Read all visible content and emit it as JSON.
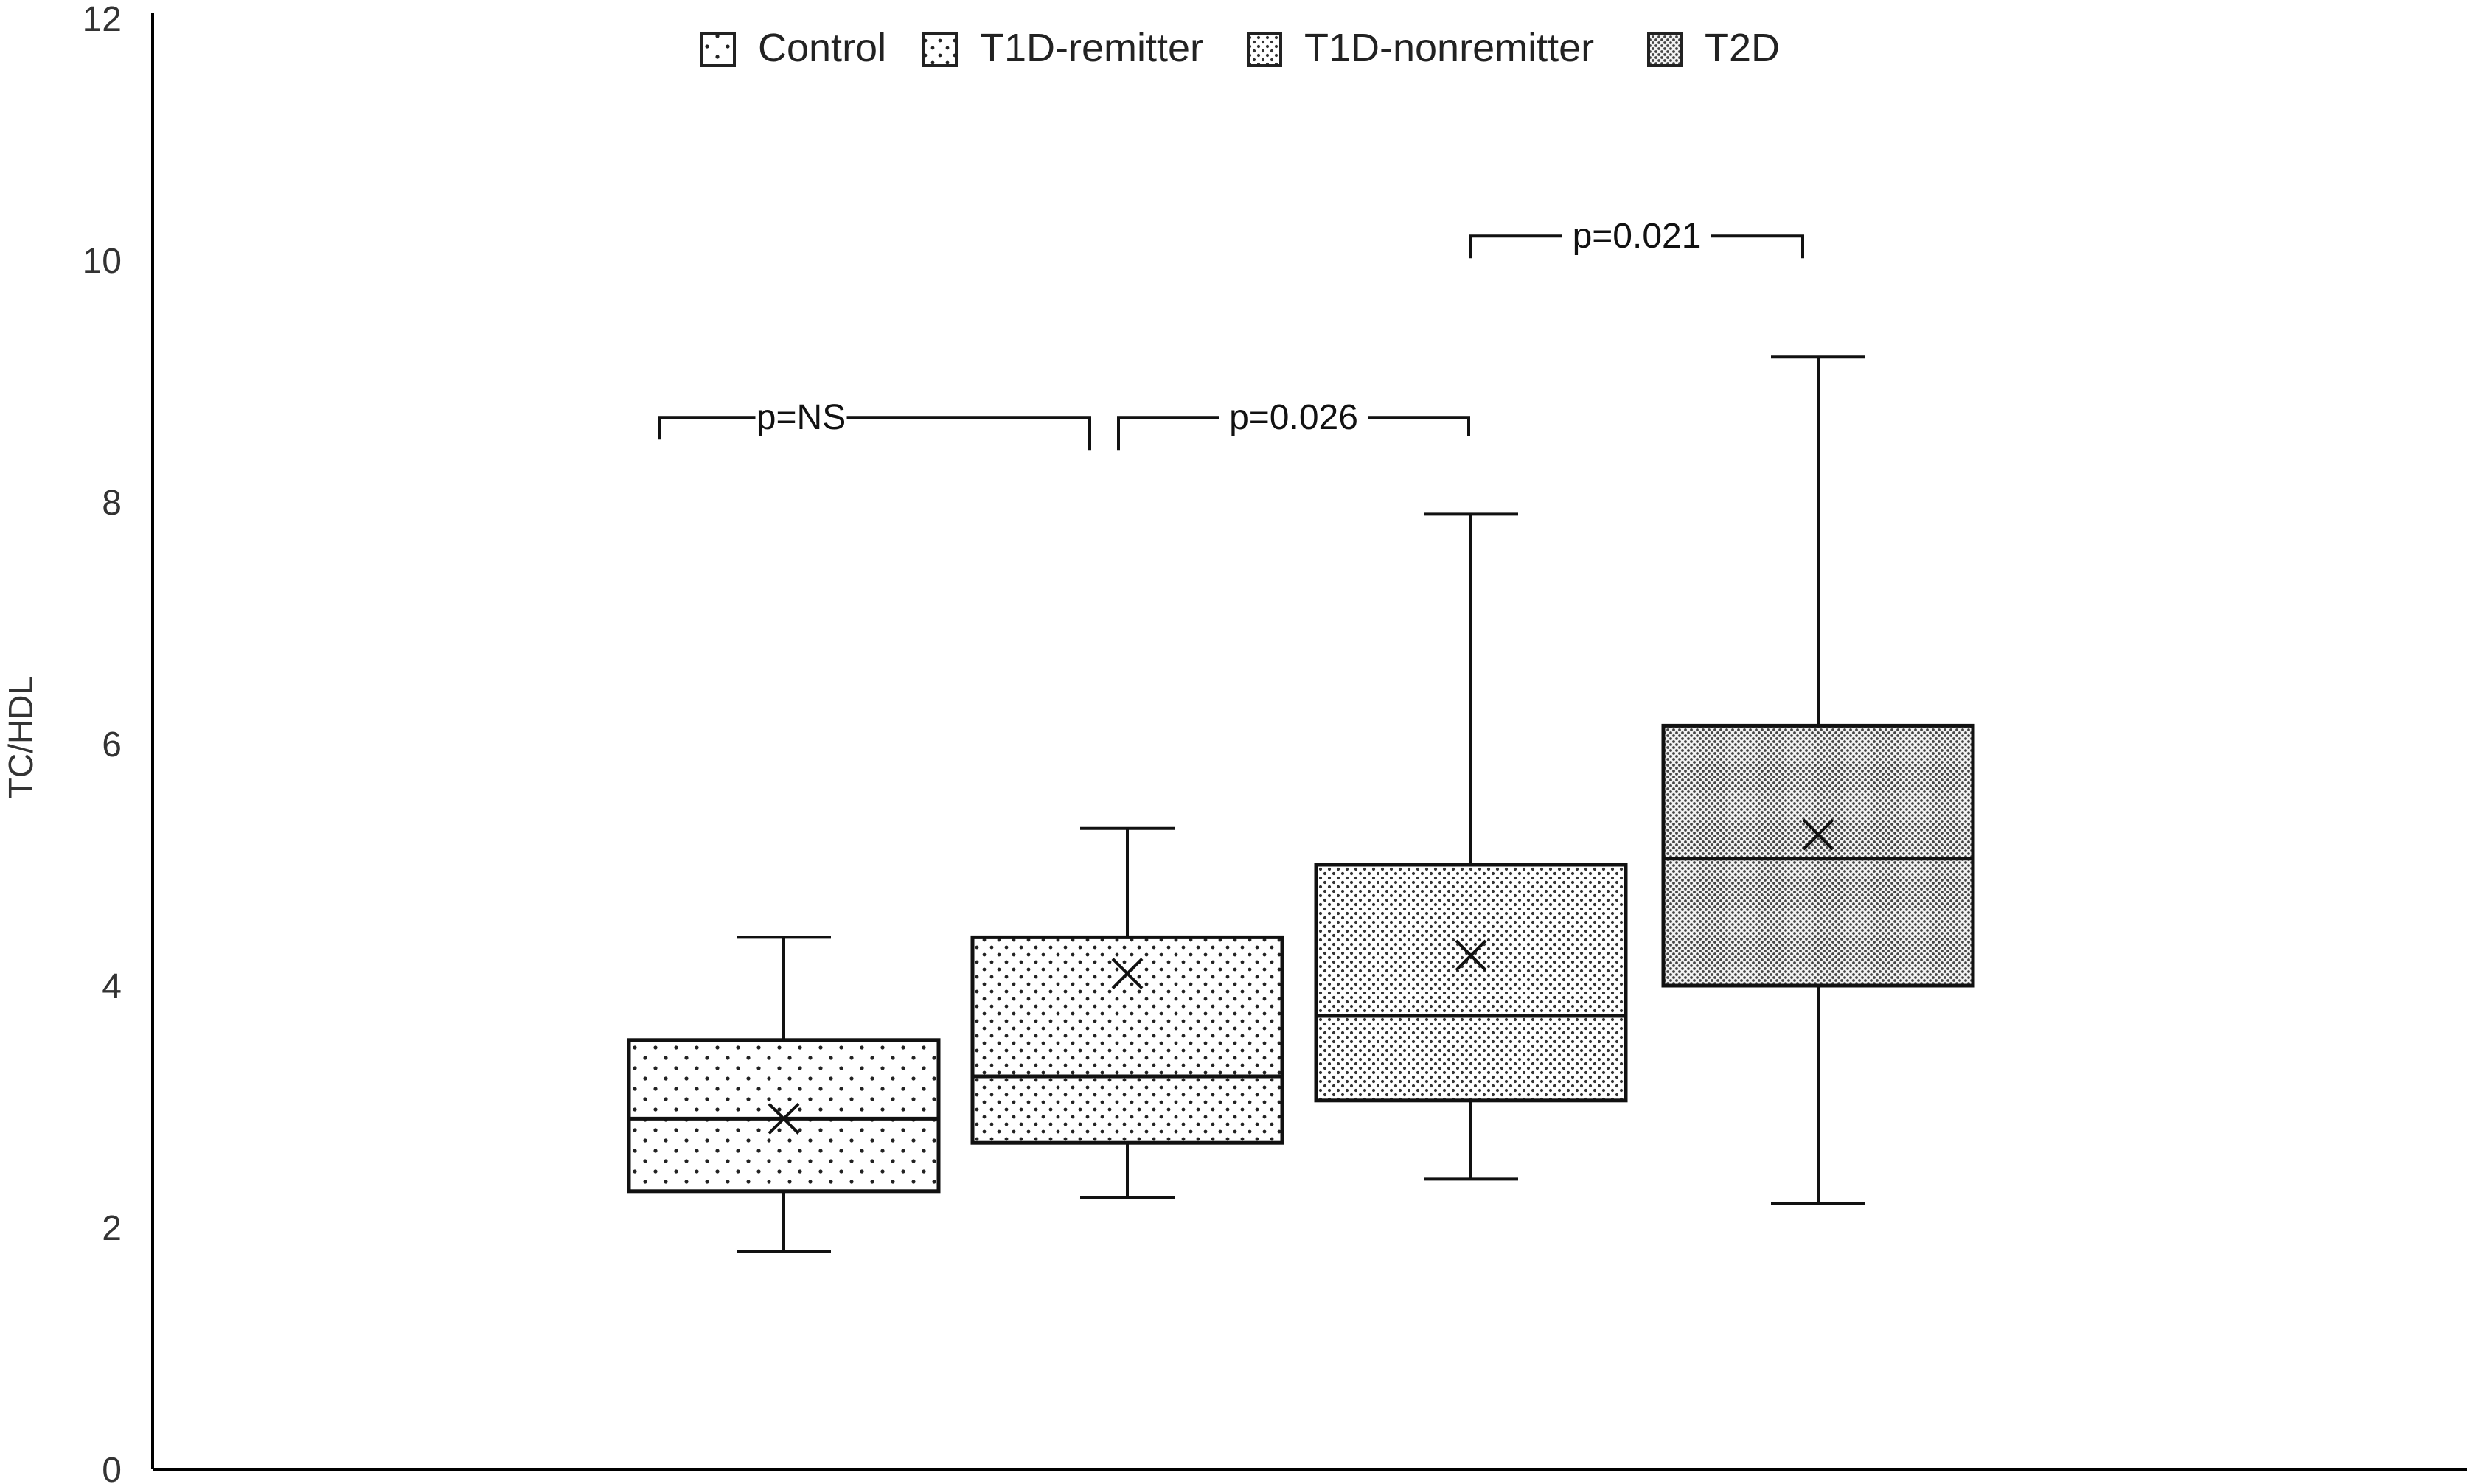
{
  "chart_data": {
    "type": "box",
    "ylabel": "TC/HDL",
    "xlabel": "",
    "ylim": [
      0,
      12
    ],
    "yticks": [
      0,
      2,
      4,
      6,
      8,
      10,
      12
    ],
    "legend_position": "top-center",
    "series": [
      {
        "name": "Control",
        "min": 1.8,
        "q1": 2.3,
        "median": 2.9,
        "q3": 3.55,
        "max": 4.4,
        "mean": 2.9,
        "pattern": "sparse-dots"
      },
      {
        "name": "T1D-remitter",
        "min": 2.25,
        "q1": 2.7,
        "median": 3.25,
        "q3": 4.4,
        "max": 5.3,
        "mean": 4.1,
        "pattern": "medium-dots"
      },
      {
        "name": "T1D-nonremitter",
        "min": 2.4,
        "q1": 3.05,
        "median": 3.75,
        "q3": 5.0,
        "max": 7.9,
        "mean": 4.25,
        "pattern": "dense-dots"
      },
      {
        "name": "T2D",
        "min": 2.2,
        "q1": 4.0,
        "median": 5.05,
        "q3": 6.15,
        "max": 9.2,
        "mean": 5.25,
        "pattern": "very-dense-dots"
      }
    ],
    "annotations": [
      {
        "label": "p=NS",
        "from": "Control",
        "to": "T1D-remitter",
        "y": 8.7
      },
      {
        "label": "p=0.026",
        "from": "T1D-remitter",
        "to": "T1D-nonremitter",
        "y": 8.7
      },
      {
        "label": "p=0.021",
        "from": "T1D-nonremitter",
        "to": "T2D",
        "y": 10.2
      }
    ]
  }
}
